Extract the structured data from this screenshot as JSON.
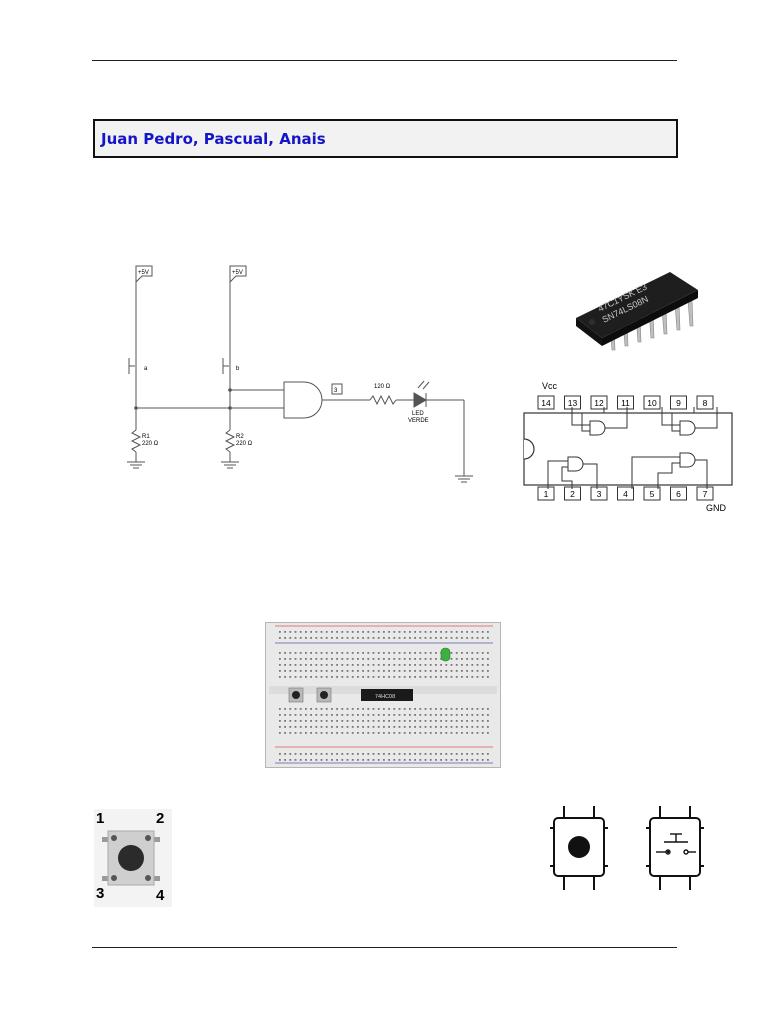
{
  "header": {
    "authors": "Juan Pedro, Pascual, Anais"
  },
  "schematic": {
    "vcc_a": "+5V",
    "vcc_b": "+5V",
    "switch_a": "a",
    "switch_b": "b",
    "r1_name": "R1",
    "r1_value": "220 Ω",
    "r2_name": "R2",
    "r2_value": "220 Ω",
    "node": "3",
    "r3_value": "120 Ω",
    "led_label_1": "LED",
    "led_label_2": "VERDE"
  },
  "chip_photo": {
    "line1": "47C1YSK E3",
    "line2": "SN74LS08N"
  },
  "pinout": {
    "vcc": "Vcc",
    "gnd": "GND",
    "top_pins": [
      "14",
      "13",
      "12",
      "11",
      "10",
      "9",
      "8"
    ],
    "bottom_pins": [
      "1",
      "2",
      "3",
      "4",
      "5",
      "6",
      "7"
    ]
  },
  "breadboard": {
    "chip_label": "74HC08"
  },
  "pushbutton": {
    "pin1": "1",
    "pin2": "2",
    "pin3": "3",
    "pin4": "4"
  },
  "colors": {
    "author_text": "#1515c8",
    "led": "#3cb043"
  }
}
